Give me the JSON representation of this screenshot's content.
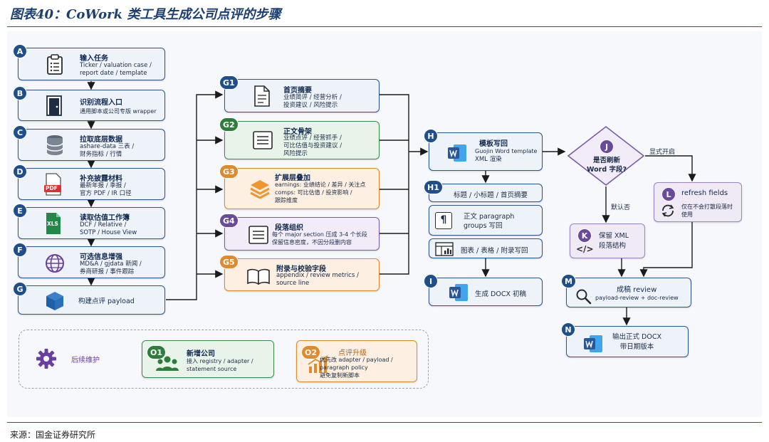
{
  "figure_title": "图表40：CoWork 类工具生成公司点评的步骤",
  "source": "来源：国金证券研究所",
  "steps": [
    {
      "id": "A",
      "title": "输入任务",
      "body": "Ticker / valuation case /\nreport date / template",
      "icon": "clipboard-icon"
    },
    {
      "id": "B",
      "title": "识别流程入口",
      "body": "通用脚本或公司专版 wrapper",
      "icon": "door-icon"
    },
    {
      "id": "C",
      "title": "拉取底层数据",
      "body": "ashare-data 三表 /\n财务指标 / 行情",
      "icon": "database-icon"
    },
    {
      "id": "D",
      "title": "补充披露材料",
      "body": "最新年报 / 季报 /\n官方 PDF / IR 口径",
      "icon": "pdf-icon",
      "icon_text": "PDF"
    },
    {
      "id": "E",
      "title": "读取估值工作簿",
      "body": "DCF / Relative /\nSOTP / House View",
      "icon": "excel-icon",
      "icon_text": "XLS"
    },
    {
      "id": "F",
      "title": "可选信息增强",
      "body": "MD&A / gjdata 新闻 /\n券商研报 / 事件跟踪",
      "icon": "globe-icon"
    },
    {
      "id": "G",
      "title": "构建点评 payload",
      "body": "",
      "icon": "cube-icon"
    }
  ],
  "sections": [
    {
      "id": "G1",
      "title": "首页摘要",
      "body": "业绩简评 / 经营分析 /\n投资建议 / 风险提示",
      "style": "blue",
      "icon": "document-icon"
    },
    {
      "id": "G2",
      "title": "正文骨架",
      "body": "业绩点评 / 经营抓手 /\n可比估值与投资建议 /\n风险提示",
      "style": "green",
      "icon": "list-icon"
    },
    {
      "id": "G3",
      "title": "扩展层叠加",
      "body": "earnings: 业绩结论 / 差异 / 关注点\ncomps: 可比估值 / 投资影响 /\n跟踪维度",
      "style": "orange",
      "icon": "layers-icon"
    },
    {
      "id": "G4",
      "title": "段落组织",
      "body": "每个 major section 压成 3-4 个长段\n保留信息密度，不因分段删内容",
      "style": "purple",
      "icon": "list-icon"
    },
    {
      "id": "G5",
      "title": "附录与校验字段",
      "body": "appendix / review metrics /\nsource line",
      "style": "orange",
      "icon": "book-icon"
    }
  ],
  "template": {
    "id": "H",
    "title": "模板写回",
    "line1": "Guojin Word template",
    "line2": "XML 渲染",
    "icon": "word-icon"
  },
  "h1": {
    "id": "H1",
    "text": "标题 / 小标题 / 首页摘要"
  },
  "para": {
    "text": "正文 paragraph\ngroups 写回",
    "icon": "pilcrow-icon",
    "icon_text": "¶"
  },
  "tables": {
    "text": "图表 / 表格 / 附录写回",
    "icon": "table-chart-icon"
  },
  "draft": {
    "id": "I",
    "text": "生成 DOCX 初稿",
    "icon": "word-icon"
  },
  "decision": {
    "id": "J",
    "text": "是否刷新\nWord 字段?",
    "yes_label": "显式开启",
    "no_label": "默认否"
  },
  "refresh": {
    "id": "L",
    "title": "refresh fields",
    "body": "仅在不会打散段落时\n使用",
    "icon": "refresh-icon"
  },
  "keep": {
    "id": "K",
    "text": "保留 XML\n段落结构",
    "icon": "code-icon",
    "icon_text": "</>"
  },
  "review": {
    "id": "M",
    "title": "成稿 review",
    "body": "payload-review + doc-review",
    "icon": "magnifier-icon"
  },
  "final": {
    "id": "N",
    "text": "输出正式 DOCX\n带日期版本",
    "icon": "word-icon"
  },
  "maintenance": {
    "label": "后续维护",
    "icon": "gear-icon",
    "o1": {
      "id": "O1",
      "title": "新增公司",
      "body": "接入 registry / adapter /\nstatement source",
      "icon": "people-icon"
    },
    "o2": {
      "id": "O2",
      "title": "点评升级",
      "body": "优先改 adapter / payload /\nparagraph policy\n避免复制新脚本",
      "icon": "growth-chart-icon"
    }
  },
  "colors": {
    "navy": "#1f4e8c",
    "green": "#2f7d3a",
    "orange": "#e08a2e",
    "purple": "#6a4a9c",
    "word_blue": "#2b579a"
  }
}
